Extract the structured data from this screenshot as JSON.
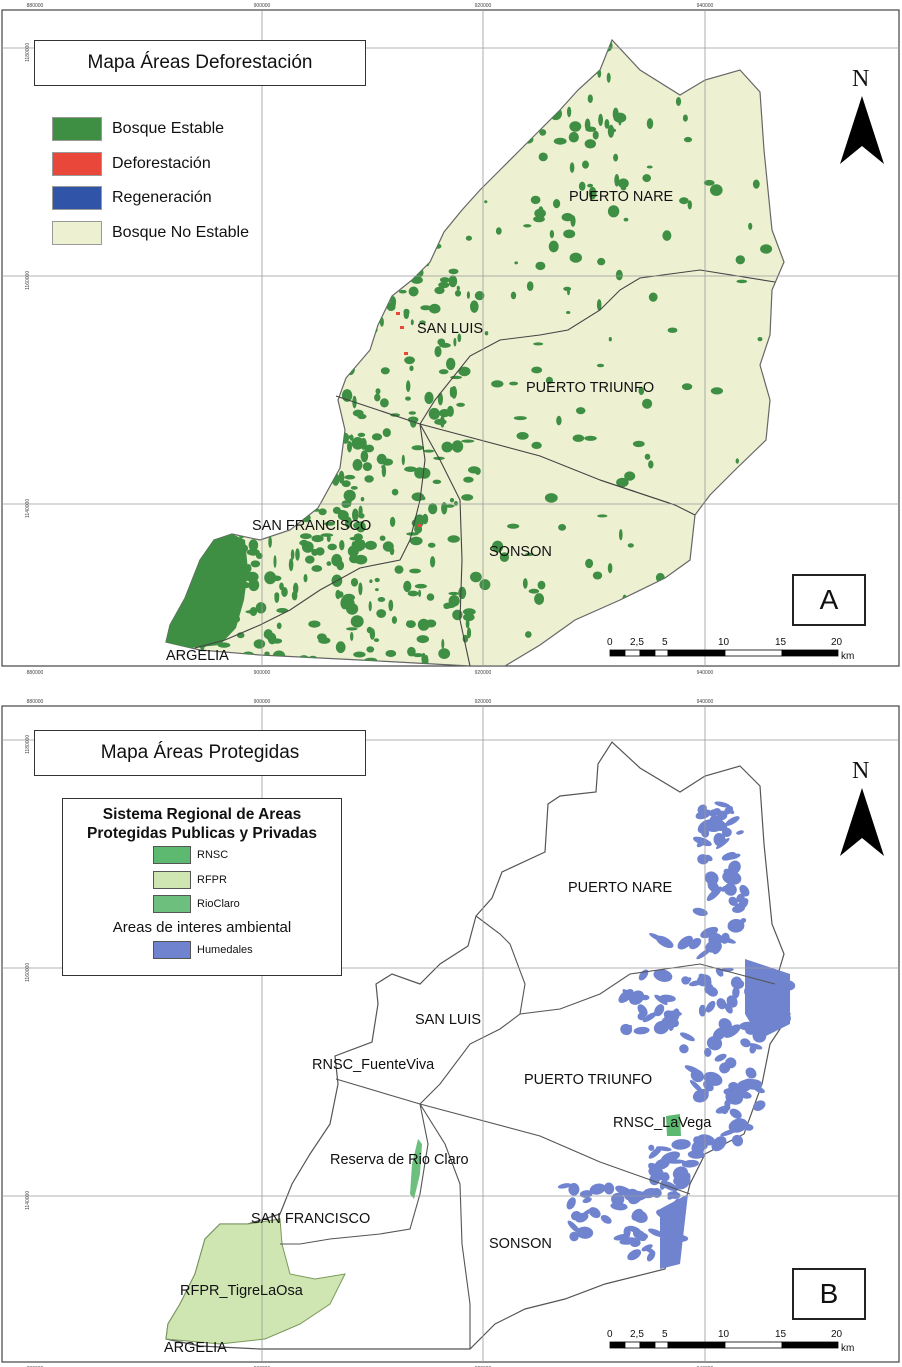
{
  "panel_a": {
    "title": "Mapa Áreas Deforestación",
    "legend": [
      {
        "label": "Bosque Estable",
        "color": "#3e8e43"
      },
      {
        "label": "Deforestación",
        "color": "#e8473a"
      },
      {
        "label": "Regeneración",
        "color": "#3055a8"
      },
      {
        "label": "Bosque No Estable",
        "color": "#eef0d2"
      }
    ],
    "panel_letter": "A",
    "place_labels": [
      "PUERTO NARE",
      "SAN LUIS",
      "PUERTO TRIUNFO",
      "SAN FRANCISCO",
      "SONSON",
      "ARGELIA"
    ],
    "x_ticks": [
      "880000",
      "900000",
      "920000",
      "940000"
    ],
    "y_ticks": [
      "1180000",
      "1160000",
      "1140000"
    ]
  },
  "panel_b": {
    "title": "Mapa Áreas Protegidas",
    "legend_header": "Sistema Regional de Areas Protegidas Publicas y Privadas",
    "legend_items": [
      {
        "label": "RNSC",
        "color": "#5db870"
      },
      {
        "label": "RFPR",
        "color": "#cfe6b3"
      },
      {
        "label": "RioClaro",
        "color": "#6dbf7d"
      }
    ],
    "legend_subheader": "Areas de interes ambiental",
    "legend_items_2": [
      {
        "label": "Humedales",
        "color": "#6f83cf"
      }
    ],
    "panel_letter": "B",
    "place_labels": [
      "PUERTO NARE",
      "SAN LUIS",
      "RNSC_FuenteViva",
      "PUERTO TRIUNFO",
      "RNSC_LaVega",
      "Reserva de Rio Claro",
      "SAN FRANCISCO",
      "SONSON",
      "RFPR_TigreLaOsa",
      "ARGELIA"
    ],
    "x_ticks": [
      "880000",
      "900000",
      "920000",
      "940000"
    ],
    "y_ticks": [
      "1180000",
      "1160000",
      "1140000"
    ]
  },
  "north_label": "N",
  "scale_bar": {
    "labels": [
      "0",
      "2,5",
      "5",
      "10",
      "15",
      "20"
    ],
    "unit": "km"
  },
  "colors": {
    "forest": "#3e8e43",
    "non_stable": "#eef0d2",
    "wetland": "#6f83cf",
    "rfpr": "#cfe6b3",
    "rnsc": "#5db870"
  }
}
